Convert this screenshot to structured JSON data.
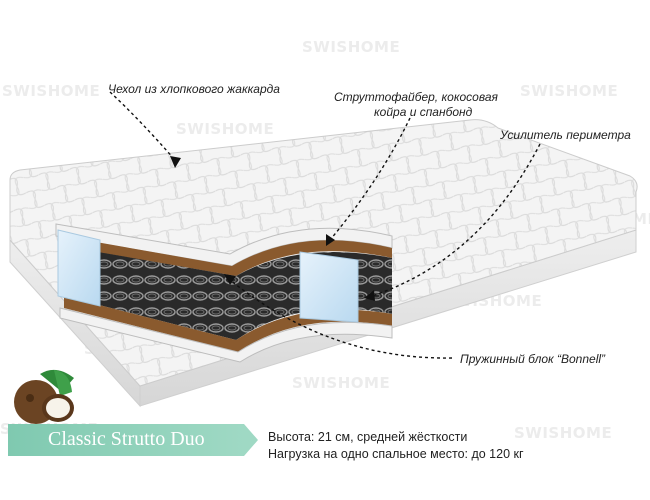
{
  "watermark": "SWISHOME",
  "callouts": {
    "cover": "Чехол из хлопкового жаккарда",
    "filling_line1": "Струттофайбер, кокосовая",
    "filling_line2": "койра и спанбонд",
    "perimeter": "Усилитель периметра",
    "springs": "Пружинный блок “Bonnell”"
  },
  "product": {
    "name": "Classic Strutto Duo"
  },
  "specs": {
    "height": "Высота: 21 см, средней жёсткости",
    "load": "Нагрузка на одно спальное место: до 120 кг"
  },
  "colors": {
    "banner": "#8fd1bb",
    "coir": "#8a5a2e",
    "foam": "#cfe6f6"
  }
}
